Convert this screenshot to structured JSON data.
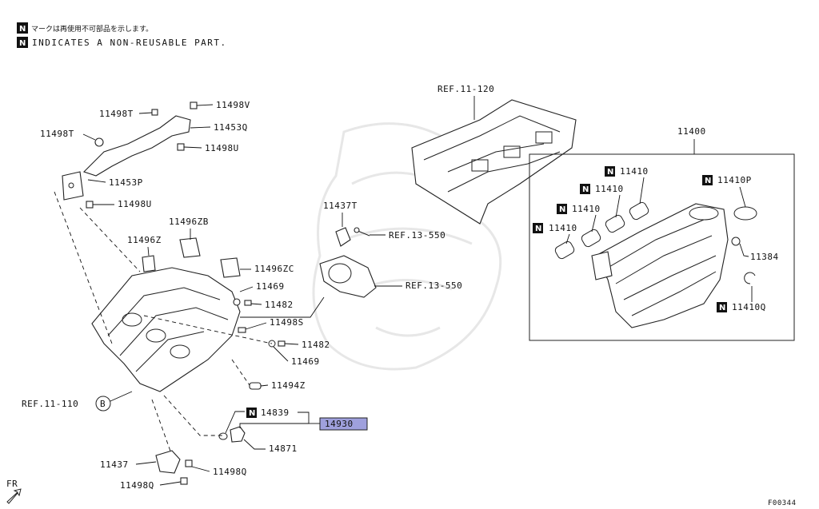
{
  "notes": {
    "badge": "N",
    "japanese": "マークは再使用不可部品を示します。",
    "english": "INDICATES A NON-REUSABLE PART."
  },
  "refs": {
    "ref_11_120": "REF.11-120",
    "ref_13_550_a": "REF.13-550",
    "ref_13_550_b": "REF.13-550",
    "ref_11_110": "REF.11-110",
    "circle_b": "B"
  },
  "parts": {
    "p11498T_top": "11498T",
    "p11498V": "11498V",
    "p11453Q": "11453Q",
    "p11498T_left": "11498T",
    "p11498U_a": "11498U",
    "p11453P": "11453P",
    "p11498U_b": "11498U",
    "p11496ZB": "11496ZB",
    "p11496Z": "11496Z",
    "p11496ZC": "11496ZC",
    "p11469_a": "11469",
    "p11482_a": "11482",
    "p11498S": "11498S",
    "p11482_b": "11482",
    "p11469_b": "11469",
    "p11494Z": "11494Z",
    "p11437T": "11437T",
    "p11400": "11400",
    "p11410_1": "11410",
    "p11410_2": "11410",
    "p11410_3": "11410",
    "p11410_4": "11410",
    "p11410P": "11410P",
    "p11384": "11384",
    "p11410Q": "11410Q",
    "p14839": "14839",
    "p14930": "14930",
    "p14871": "14871",
    "p11437": "11437",
    "p11498Q_a": "11498Q",
    "p11498Q_b": "11498Q"
  },
  "footer": {
    "fr": "FR",
    "code": "F00344"
  },
  "colors": {
    "highlight": "#9fa0dd",
    "ink": "#111111",
    "watermark": "#e7e7e7"
  }
}
